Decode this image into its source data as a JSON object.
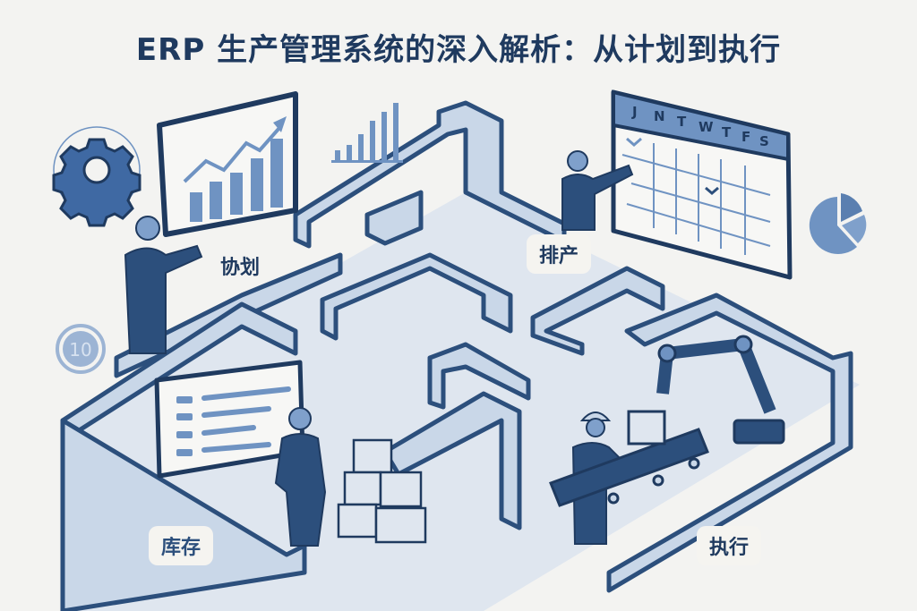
{
  "title": "ERP 生产管理系统的深入解析：从计划到执行",
  "stations": {
    "plan": {
      "label": "协划",
      "icon": "line-bar-chart-board"
    },
    "schedule": {
      "label": "排产",
      "icon": "calendar-board"
    },
    "inventory": {
      "label": "库存",
      "icon": "list-board"
    },
    "execute": {
      "label": "执行",
      "icon": "robot-arm-conveyor"
    }
  },
  "calendar": {
    "headers": [
      "J",
      "N",
      "T",
      "W",
      "T",
      "F",
      "S"
    ]
  },
  "badge": {
    "value": "10"
  },
  "colors": {
    "navy": "#1f3a5f",
    "dark_blue": "#2c4f7c",
    "mid_blue": "#6f93c2",
    "light_blue": "#c9d7e8",
    "floor": "#dfe6ef",
    "background": "#f3f3f1"
  }
}
